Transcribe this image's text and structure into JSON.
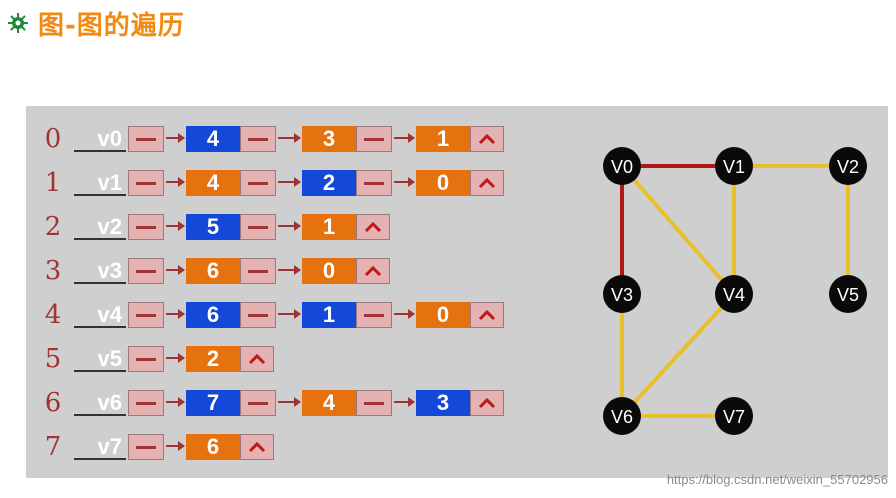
{
  "title": "图-图的遍历",
  "colors": {
    "title": "#f08a12",
    "blue_cell": "#1448d8",
    "orange_cell": "#e5720e",
    "pointer_cell": "#e4b2b2",
    "index": "#a03434"
  },
  "adjacency_list": [
    {
      "index": "0",
      "vertex": "v0",
      "edges": [
        {
          "value": "4",
          "color": "blue"
        },
        {
          "value": "3",
          "color": "orange"
        },
        {
          "value": "1",
          "color": "orange"
        }
      ]
    },
    {
      "index": "1",
      "vertex": "v1",
      "edges": [
        {
          "value": "4",
          "color": "orange"
        },
        {
          "value": "2",
          "color": "blue"
        },
        {
          "value": "0",
          "color": "orange"
        }
      ]
    },
    {
      "index": "2",
      "vertex": "v2",
      "edges": [
        {
          "value": "5",
          "color": "blue"
        },
        {
          "value": "1",
          "color": "orange"
        }
      ]
    },
    {
      "index": "3",
      "vertex": "v3",
      "edges": [
        {
          "value": "6",
          "color": "orange"
        },
        {
          "value": "0",
          "color": "orange"
        }
      ]
    },
    {
      "index": "4",
      "vertex": "v4",
      "edges": [
        {
          "value": "6",
          "color": "blue"
        },
        {
          "value": "1",
          "color": "blue"
        },
        {
          "value": "0",
          "color": "orange"
        }
      ]
    },
    {
      "index": "5",
      "vertex": "v5",
      "edges": [
        {
          "value": "2",
          "color": "orange"
        }
      ]
    },
    {
      "index": "6",
      "vertex": "v6",
      "edges": [
        {
          "value": "7",
          "color": "blue"
        },
        {
          "value": "4",
          "color": "orange"
        },
        {
          "value": "3",
          "color": "blue"
        }
      ]
    },
    {
      "index": "7",
      "vertex": "v7",
      "edges": [
        {
          "value": "6",
          "color": "orange"
        }
      ]
    }
  ],
  "graph": {
    "nodes": [
      {
        "id": "v0",
        "label": "V0"
      },
      {
        "id": "v1",
        "label": "V1"
      },
      {
        "id": "v2",
        "label": "V2"
      },
      {
        "id": "v3",
        "label": "V3"
      },
      {
        "id": "v4",
        "label": "V4"
      },
      {
        "id": "v5",
        "label": "V5"
      },
      {
        "id": "v6",
        "label": "V6"
      },
      {
        "id": "v7",
        "label": "V7"
      }
    ],
    "edges": [
      {
        "from": "v0",
        "to": "v1",
        "color": "#b01818"
      },
      {
        "from": "v0",
        "to": "v3",
        "color": "#b01818"
      },
      {
        "from": "v0",
        "to": "v4",
        "color": "#e8c02a"
      },
      {
        "from": "v1",
        "to": "v2",
        "color": "#e8c02a"
      },
      {
        "from": "v1",
        "to": "v4",
        "color": "#e8c02a"
      },
      {
        "from": "v2",
        "to": "v5",
        "color": "#e8c02a"
      },
      {
        "from": "v3",
        "to": "v6",
        "color": "#e8c02a"
      },
      {
        "from": "v4",
        "to": "v6",
        "color": "#e8c02a"
      },
      {
        "from": "v6",
        "to": "v7",
        "color": "#e8c02a"
      }
    ]
  },
  "watermark": "https://blog.csdn.net/weixin_55702956"
}
